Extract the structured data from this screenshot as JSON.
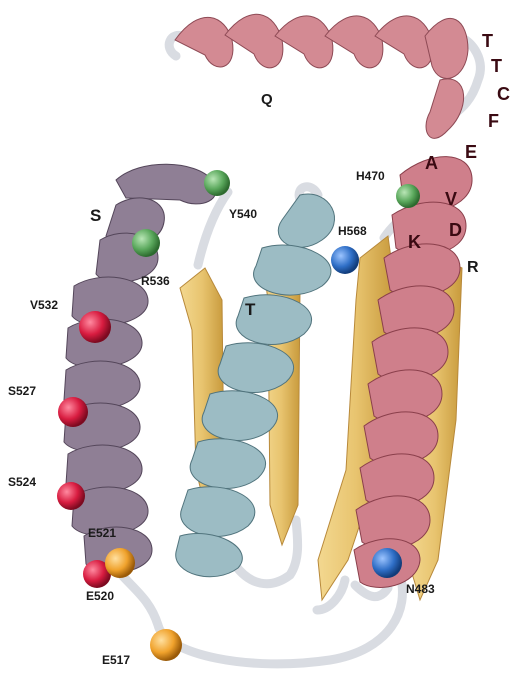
{
  "colors": {
    "background": "#ffffff",
    "helix_q": "#d38a93",
    "helix_r": "#cf7f8b",
    "helix_s": "#8f7f95",
    "helix_t": "#9cbcc4",
    "strand": "#e8c46f",
    "loop": "#e2e4e8",
    "residue_green": "#5aa85c",
    "residue_blue": "#2f6fc7",
    "residue_red": "#d81c40",
    "residue_orange": "#f0a22c"
  },
  "segments": {
    "q": "Q",
    "r": "R",
    "s": "S",
    "t": "T"
  },
  "helix_letters": [
    "T",
    "T",
    "C",
    "F",
    "E",
    "A",
    "V",
    "D",
    "K"
  ],
  "residues": [
    {
      "label": "H470",
      "color": "residue_green"
    },
    {
      "label": "Y540",
      "color": "residue_green"
    },
    {
      "label": "R536",
      "color": "residue_green"
    },
    {
      "label": "H568",
      "color": "residue_blue"
    },
    {
      "label": "N483",
      "color": "residue_blue"
    },
    {
      "label": "V532",
      "color": "residue_red"
    },
    {
      "label": "S527",
      "color": "residue_red"
    },
    {
      "label": "S524",
      "color": "residue_red"
    },
    {
      "label": "E521",
      "color": "residue_orange"
    },
    {
      "label": "E520",
      "color": "residue_red"
    },
    {
      "label": "E517",
      "color": "residue_orange"
    }
  ]
}
